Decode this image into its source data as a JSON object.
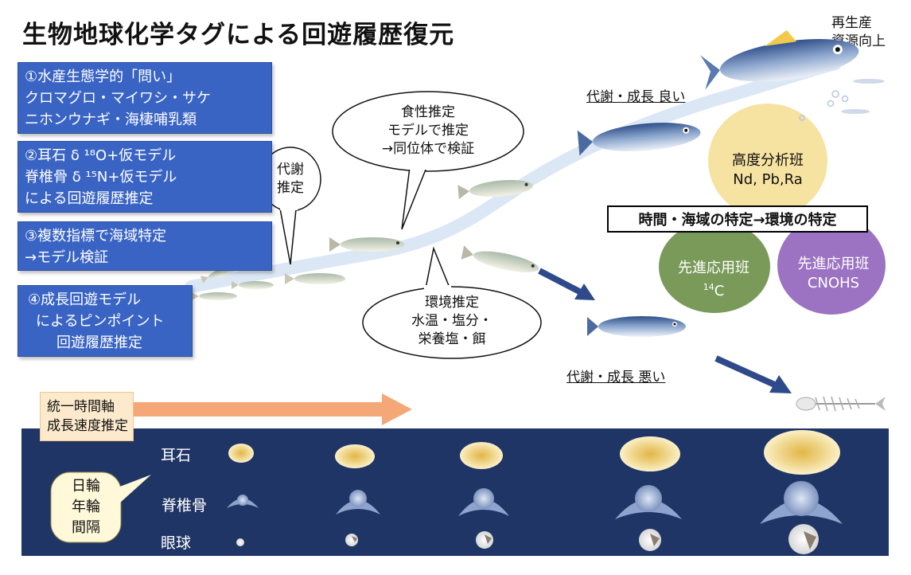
{
  "title": "生物地球化学タグによる回遊履歴復元",
  "corner_note": [
    "再生産",
    "資源向上"
  ],
  "steps": [
    {
      "lines": [
        "①水産生態学的「問い」",
        "クロマグロ・マイワシ・サケ",
        "ニホンウナギ・海棲哺乳類"
      ]
    },
    {
      "lines": [
        "②耳石 δ ¹⁸O+仮モデル",
        "脊椎骨 δ ¹⁵N+仮モデル",
        "による回遊履歴推定"
      ]
    },
    {
      "lines": [
        "③複数指標で海域特定",
        "→モデル検証"
      ]
    },
    {
      "lines": [
        "④成長回遊モデル",
        "によるピンポイント",
        "回遊履歴推定"
      ]
    }
  ],
  "bubbles": {
    "metabolism": [
      "代謝",
      "推定"
    ],
    "diet": [
      "食性推定",
      "モデルで推定",
      "→同位体で検証"
    ],
    "environment": [
      "環境推定",
      "水温・塩分・",
      "栄養塩・餌"
    ]
  },
  "labels": {
    "good": "代謝・成長 良い",
    "bad": "代謝・成長 悪い"
  },
  "venn": {
    "top": [
      "高度分析班",
      "Nd, Pb,Ra"
    ],
    "left_line1": "先進応用班",
    "left_sup": "14",
    "left_c": "C",
    "right": [
      "先進応用班",
      "CNOHS"
    ],
    "colors": {
      "top": "#f6e3a1",
      "left": "#7a9a5a",
      "right": "#9b73c2"
    }
  },
  "key_box": "時間・海域の特定→環境の特定",
  "time_axis": [
    "統一時間軸",
    "成長速度推定"
  ],
  "panel": {
    "rows": [
      "耳石",
      "脊椎骨",
      "眼球"
    ],
    "badge": [
      "日輪",
      "年輪",
      "間隔"
    ]
  },
  "colors": {
    "step_box": "#3a64c4",
    "panel_bg": "#1f3566",
    "arrow_dark": "#2e4a8a",
    "arrow_orange": "#f4a878"
  }
}
